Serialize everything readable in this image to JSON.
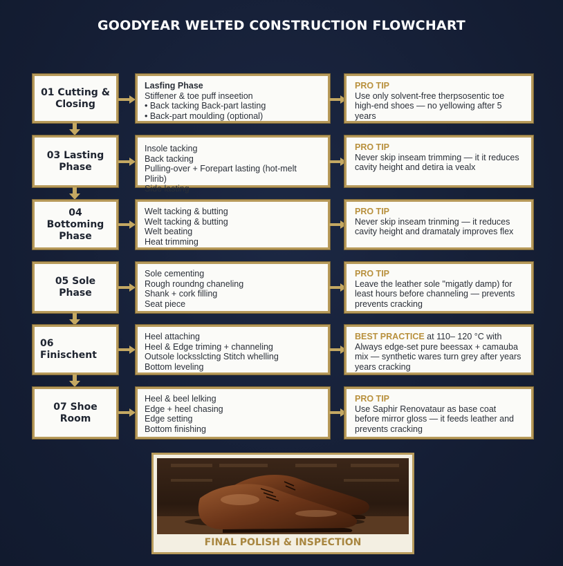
{
  "title": "GOODYEAR WELTED CONSTRUCTION FLOWCHART",
  "rows": [
    {
      "phase": "01 Cutting & Closing",
      "steps": [
        "Lasfing Phase",
        "Stiffener & toe puff inseetion",
        "• Back tacking    Back-part lasting",
        "• Back-part moulding (optional)"
      ],
      "tip_label": "PRO TIP",
      "tip_text": "Use only solvent-free therpsosentic toe high-end shoes — no yellowing after 5 years"
    },
    {
      "phase": "03 Lasting Phase",
      "steps": [
        "Insole tacking",
        "Back tacking",
        "Pulling-over + Forepart lasting (hot-melt Plirib)",
        "Side lasting"
      ],
      "tip_label": "PRO TIP",
      "tip_text": "Never skip inseam trimming — it it reduces cavity height and detira ia vealx"
    },
    {
      "phase": "04 Bottoming Phase",
      "steps": [
        "Welt tacking & butting",
        "Welt tacking & butting",
        "Welt beating",
        "Heat trimming"
      ],
      "tip_label": "PRO TIP",
      "tip_text": "Never skip inseam trinming — it reduces cavity height and dramataly improves flex"
    },
    {
      "phase": "05 Sole Phase",
      "steps": [
        "Sole cementing",
        "Rough roundng chaneling",
        "Shank + cork filling",
        "Seat piece"
      ],
      "tip_label": "PRO TIP",
      "tip_text": "Leave the leather sole \"migatly damp) for least hours before channeling — prevents prevents cracking"
    },
    {
      "phase": "06 Finischent",
      "steps": [
        "Heel attaching",
        "Heel & Edge triming + channeling",
        "Outsole locksslcting  Stitch whelling",
        "Bottom leveling"
      ],
      "tip_label": "BEST PRACTICE",
      "tip_label_suffix": " at 110– 120 °C with",
      "tip_text": "Always edge-set pure beessax + camauba mix — synthetic wares turn grey after years years cracking"
    },
    {
      "phase": "07 Shoe Room",
      "steps": [
        "Heel & beel lelking",
        "Edge + heel chasing",
        "Edge setting",
        "Bottom finishing"
      ],
      "tip_label": "PRO TIP",
      "tip_text": "Use Saphir Renovataur as base coat before mirror gloss — it feeds leather and prevents cracking"
    }
  ],
  "final": {
    "caption": "FINAL POLISH & INSPECTION"
  },
  "colors": {
    "gold": "#b79a5a",
    "background": "#16213a",
    "tip_label": "#b8903c"
  }
}
